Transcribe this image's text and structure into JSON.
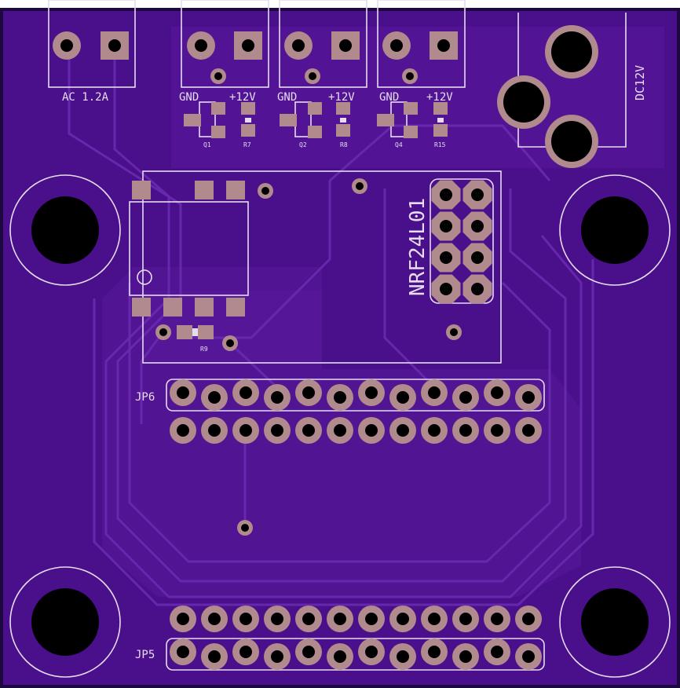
{
  "colors": {
    "background": "#ffffff",
    "board": "#4a0f8a",
    "board_edge": "#1e0840",
    "copper": "#5a1a9e",
    "trace": "#6a2ab0",
    "pad": "#b08a8c",
    "hole": "#000000",
    "silk": "#e6dcee"
  },
  "labels": {
    "ac": "AC 1.2A",
    "gnd1": "GND",
    "v1": "+12V",
    "gnd2": "GND",
    "v2": "+12V",
    "gnd3": "GND",
    "v3": "+12V",
    "dc": "DC12V",
    "nrf": "NRF24L01",
    "jp6": "JP6",
    "jp5": "JP5",
    "q1": "Q1",
    "r7": "R7",
    "q2": "Q2",
    "r8": "R8",
    "q4": "Q4",
    "r15": "R15",
    "r9": "R9"
  },
  "headers": {
    "jp6_pins": 24,
    "jp5_pins": 24,
    "nrf_pins": 8
  }
}
